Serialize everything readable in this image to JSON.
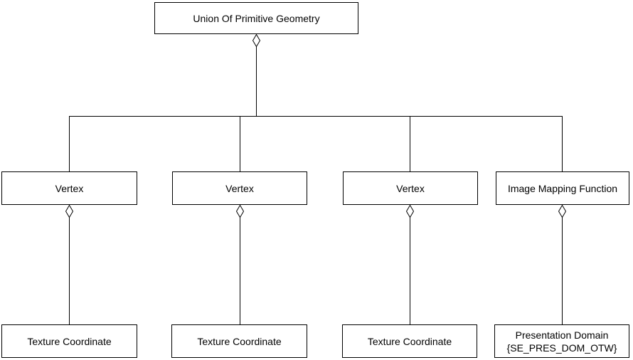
{
  "diagram": {
    "root": {
      "label": "Union Of Primitive Geometry"
    },
    "middle_row": [
      {
        "label": "Vertex"
      },
      {
        "label": "Vertex"
      },
      {
        "label": "Vertex"
      },
      {
        "label": "Image Mapping Function"
      }
    ],
    "bottom_row": [
      {
        "label": "Texture Coordinate"
      },
      {
        "label": "Texture Coordinate"
      },
      {
        "label": "Texture Coordinate"
      },
      {
        "label_line1": "Presentation Domain",
        "label_line2": "{SE_PRES_DOM_OTW}"
      }
    ],
    "icons": {
      "aggregation_diamond": "hollow-diamond"
    },
    "colors": {
      "background": "#ffffff",
      "box_fill": "#ffffff",
      "box_border": "#000000",
      "line": "#000000",
      "text": "#000000"
    }
  }
}
